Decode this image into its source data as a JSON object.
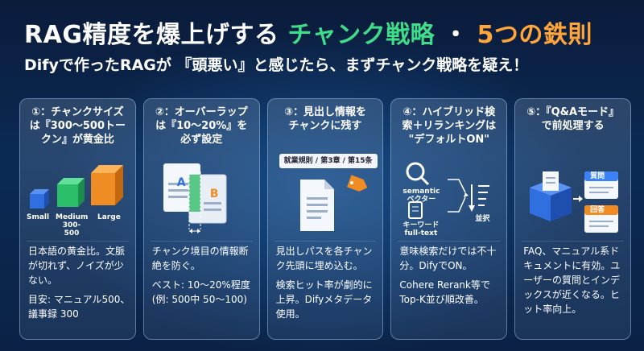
{
  "header": {
    "title_main": "RAG精度を爆上げする",
    "title_green": "チャンク戦略",
    "title_sep": "・",
    "title_orange": "5つの鉄則",
    "subtitle": "Difyで作ったRAGが 『頭悪い』と感じたら、まずチャンク戦略を疑え！"
  },
  "cards": [
    {
      "heading": [
        "①：チャンクサイズ",
        "は『300〜500トー",
        "クン』が黄金比"
      ],
      "illus": {
        "small": "Small",
        "medium": "Medium",
        "range": "300-500",
        "large": "Large"
      },
      "body": [
        "日本語の黄金比。文脈が切れず、ノイズが少ない。",
        "目安: マニュアル500、議事録 300"
      ]
    },
    {
      "heading": [
        "②：オーバーラップ",
        "は『10〜20%』を",
        "必ず設定"
      ],
      "illus": {
        "doc_a": "A",
        "doc_b": "B"
      },
      "body": [
        "チャンク境目の情報断絶を防ぐ。",
        "ベスト: 10〜20%程度(例: 500中 50〜100)"
      ]
    },
    {
      "heading": [
        "③：見出し情報を",
        "チャンクに残す"
      ],
      "illus": {
        "path": "就業規則 / 第3章 / 第15条"
      },
      "body": [
        "見出しパスを各チャンク先頭に埋め込む。",
        "検索ヒット率が劇的に上昇。Difyメタデータ使用。"
      ]
    },
    {
      "heading": [
        "④：ハイブリッド検",
        "索＋リランキングは",
        "\"デフォルトON\""
      ],
      "illus": {
        "semantic": "semantic",
        "vector": "ベクター",
        "keyword": "キーワード",
        "fulltext": "full-text",
        "rank": "並択"
      },
      "body": [
        "意味検索だけでは不十分。DifyでON。",
        "Cohere Rerank等でTop-K並び順改善。"
      ]
    },
    {
      "heading": [
        "⑤：『Q&Aモード』",
        "で前処理する"
      ],
      "illus": {
        "question": "質問",
        "answer": "回答"
      },
      "body": [
        "FAQ、マニュアル系ドキュメントに有効。ユーザーの質問とインデックスが近くなる。ヒット率向上。"
      ]
    }
  ],
  "colors": {
    "green": "#3fdc8a",
    "orange": "#ffa53a",
    "accent_blue": "#3b82f6"
  }
}
